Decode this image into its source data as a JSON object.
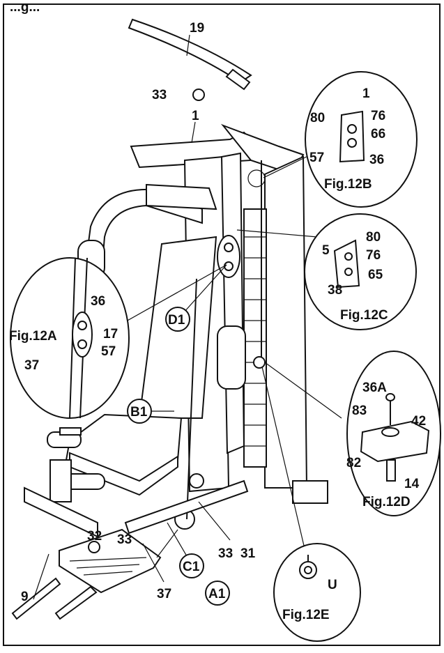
{
  "header_fragment": "...g...",
  "callouts": {
    "c19": "19",
    "c33_top": "33",
    "c1": "1",
    "cD1": "D1",
    "cB1": "B1",
    "cC1": "C1",
    "cA1": "A1",
    "c32": "32",
    "c33_a": "33",
    "c33_b": "33",
    "c31": "31",
    "c9": "9",
    "c37": "37"
  },
  "fig12A": {
    "title": "Fig.12A",
    "labels": [
      "36",
      "17",
      "57",
      "37"
    ]
  },
  "fig12B": {
    "title": "Fig.12B",
    "labels": [
      "1",
      "80",
      "76",
      "66",
      "57",
      "36"
    ]
  },
  "fig12C": {
    "title": "Fig.12C",
    "labels": [
      "80",
      "5",
      "76",
      "65",
      "38"
    ]
  },
  "fig12D": {
    "title": "Fig.12D",
    "labels": [
      "36A",
      "83",
      "42",
      "82",
      "14"
    ]
  },
  "fig12E": {
    "title": "Fig.12E",
    "labels": [
      "U"
    ]
  }
}
